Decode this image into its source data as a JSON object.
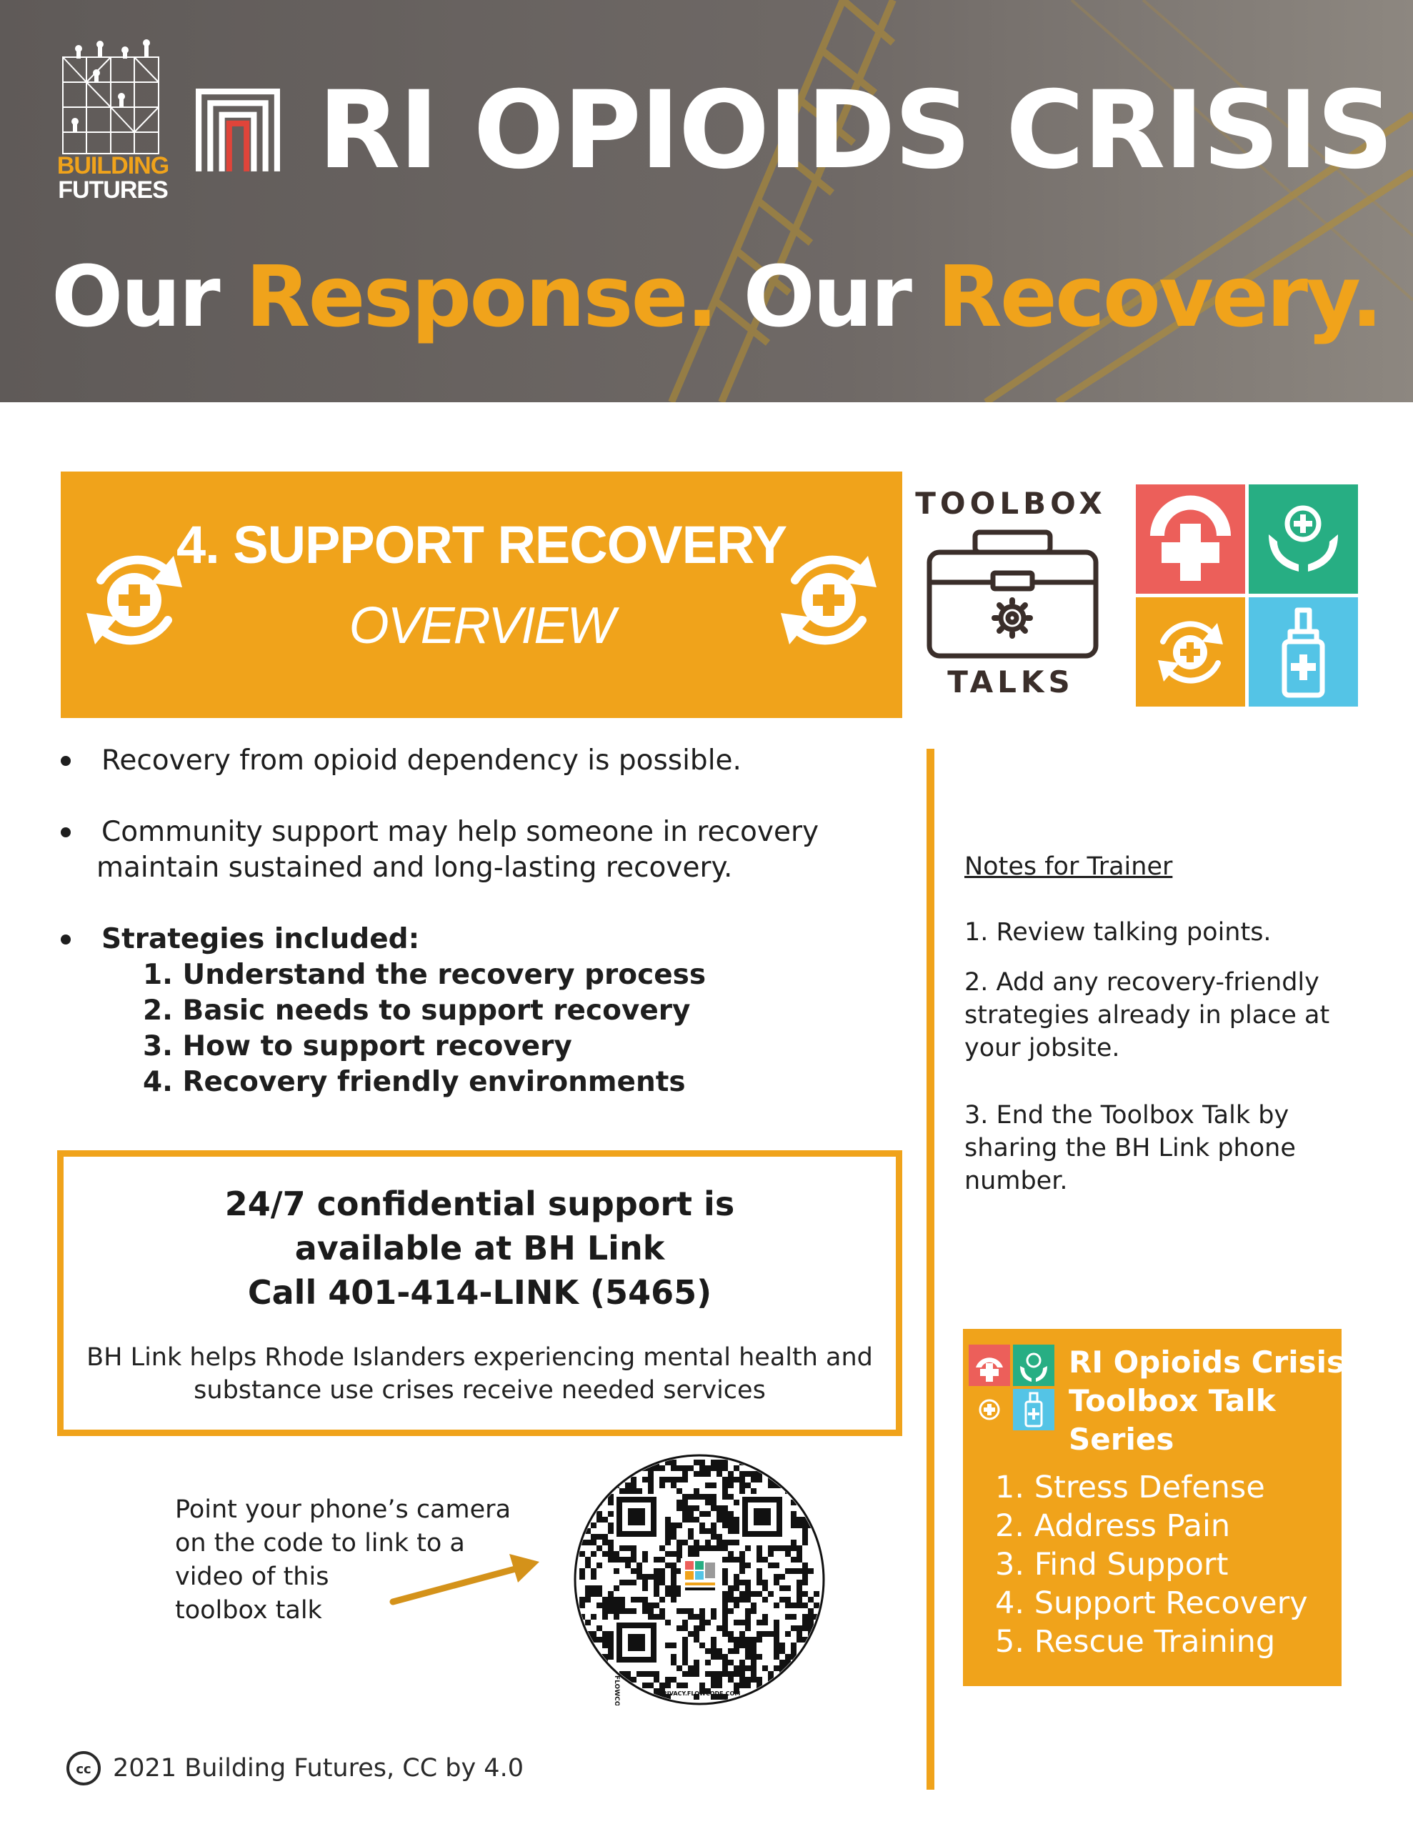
{
  "header": {
    "logo_line1": "BUILDING",
    "logo_line2": "FUTURES",
    "title": "RI OPIOIDS CRISIS",
    "tagline": {
      "part1": "Our ",
      "part2": "Response.",
      "part3": " Our ",
      "part4": "Recovery."
    }
  },
  "banner": {
    "title": "4. SUPPORT RECOVERY",
    "subtitle": "OVERVIEW"
  },
  "toolbox": {
    "top_label": "TOOLBOX",
    "bottom_label": "TALKS"
  },
  "colors": {
    "orange": "#f0a31b",
    "header_gray": "#6e6866",
    "red": "#ec5f5a",
    "green": "#27ae83",
    "blue": "#54c4e6"
  },
  "bullets": {
    "b1": "Recovery from opioid dependency is possible.",
    "b2_line1": "Community support may help someone in recovery",
    "b2_line2": "maintain sustained and long-lasting recovery.",
    "b3": "Strategies included:",
    "strategies": [
      "1. Understand the recovery process",
      "2. Basic needs to support recovery",
      "3. How to support recovery",
      "4. Recovery friendly environments"
    ]
  },
  "bhlink": {
    "line1": "24/7 confidential support is",
    "line2": "available at BH Link",
    "line3": "Call 401-414-LINK (5465)",
    "desc1": "BH Link helps Rhode Islanders experiencing mental health and",
    "desc2": "substance use crises receive needed services"
  },
  "qr": {
    "note": [
      "Point your phone’s camera",
      "on the code to link to  a",
      "video of this",
      "toolbox talk"
    ],
    "brand_top": "FLOWCODE",
    "brand_bottom": "PRIVACY.FLOWCODE.COM"
  },
  "notes": {
    "heading": "Notes for Trainer",
    "items": [
      "1. Review talking points.",
      "2. Add any recovery-friendly strategies already in place at your jobsite.",
      "3. End the Toolbox Talk by sharing the BH Link phone number."
    ]
  },
  "series": {
    "title_lines": [
      "RI Opioids Crisis",
      "Toolbox Talk",
      "Series"
    ],
    "items": [
      "1. Stress Defense",
      "2. Address Pain",
      "3. Find Support",
      "4. Support Recovery",
      "5. Rescue Training"
    ]
  },
  "footer": {
    "copyright": "2021 Building Futures, CC by 4.0",
    "cc_icon": "cc-icon"
  }
}
